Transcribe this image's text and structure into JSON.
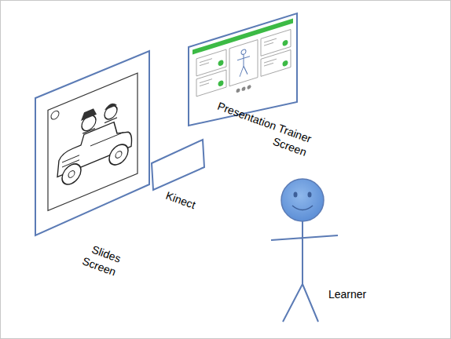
{
  "diagram": {
    "nodes": [
      {
        "text": [
          "Slides Screen"
        ]
      },
      {
        "text": [
          "Presentation Trainer Screen"
        ]
      },
      {
        "text": [
          "Kinect"
        ]
      }
    ],
    "labels": [
      "Learner"
    ]
  }
}
